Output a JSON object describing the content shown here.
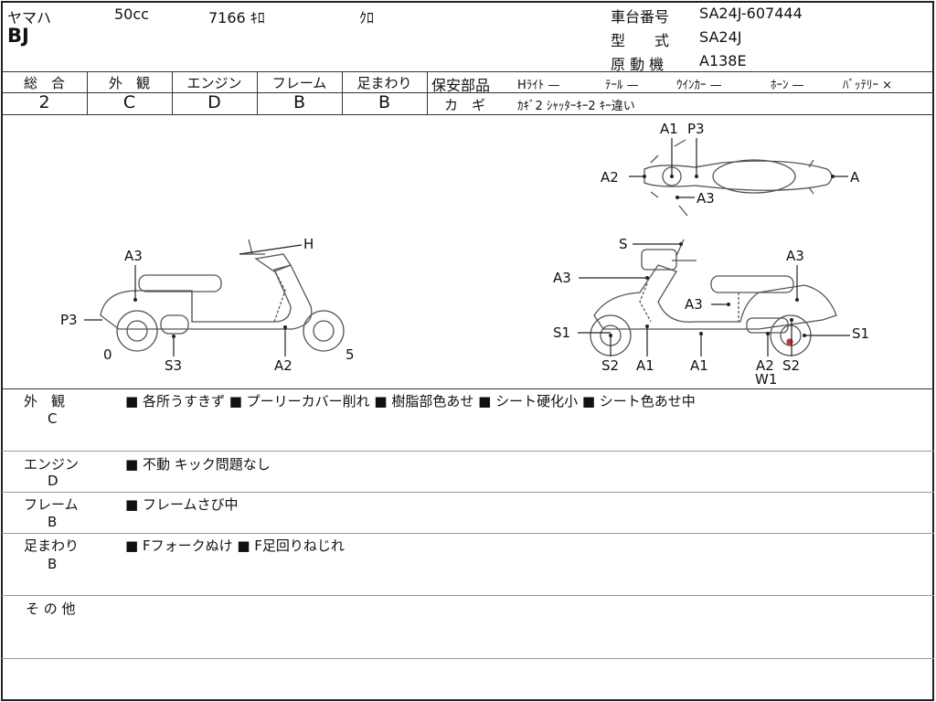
{
  "header": {
    "maker": "ヤマハ",
    "displacement": "50cc",
    "mileage": "7166 ｷﾛ",
    "color": "ｸﾛ",
    "model": "BJ",
    "frame_no_label": "車台番号",
    "frame_no": "SA24J-607444",
    "type_label": "型　　式",
    "type": "SA24J",
    "engine_label": "原 動 機",
    "engine": "A138E"
  },
  "grades": [
    {
      "label": "総　合",
      "value": "2"
    },
    {
      "label": "外　観",
      "value": "C"
    },
    {
      "label": "エンジン",
      "value": "D"
    },
    {
      "label": "フレーム",
      "value": "B"
    },
    {
      "label": "足まわり",
      "value": "B"
    }
  ],
  "safety": {
    "label": "保安部品",
    "items": [
      "Hﾗｲﾄ —",
      "ﾃｰﾙ —",
      "ｳｲﾝｶｰ —",
      "ﾎｰﾝ —",
      "ﾊﾞｯﾃﾘｰ ×"
    ]
  },
  "keys": {
    "label": "カ　ギ",
    "value": "ｶｷﾞ2 ｼｬｯﾀｰｷｰ2 ｷｰ違い"
  },
  "diagram_labels": {
    "left": [
      "A3",
      "H",
      "P3",
      "0",
      "S3",
      "A2",
      "5"
    ],
    "top": [
      "A1",
      "P3",
      "A2",
      "A",
      "A3"
    ],
    "right": [
      "S",
      "A3",
      "A3",
      "A3",
      "S1",
      "S1",
      "S2",
      "A1",
      "A1",
      "A2",
      "W1",
      "S2"
    ]
  },
  "comments": [
    {
      "label": "外　観",
      "grade": "C",
      "text": "■ 各所うすきず ■ プーリーカバー削れ ■ 樹脂部色あせ ■ シート硬化小 ■ シート色あせ中"
    },
    {
      "label": "エンジン",
      "grade": "D",
      "text": "■ 不動 キック問題なし"
    },
    {
      "label": "フレーム",
      "grade": "B",
      "text": "■ フレームさび中"
    },
    {
      "label": "足まわり",
      "grade": "B",
      "text": "■ Fフォークぬけ ■ F足回りねじれ"
    },
    {
      "label": "そ の 他",
      "grade": "",
      "text": ""
    }
  ]
}
